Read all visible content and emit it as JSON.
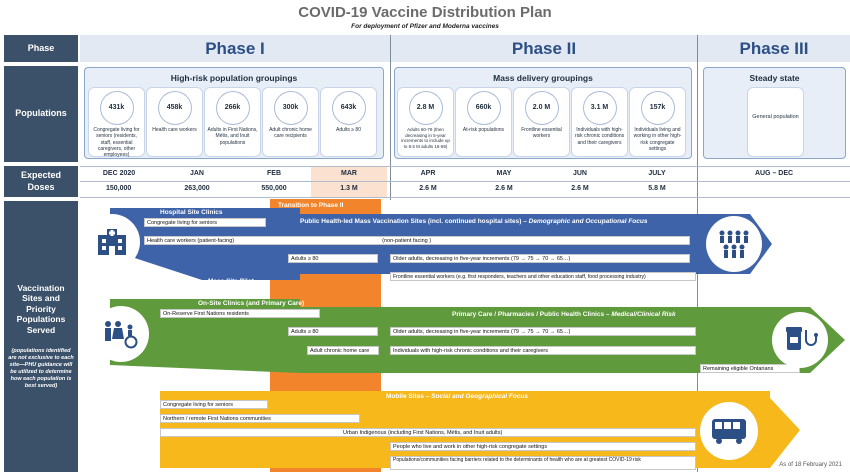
{
  "header": {
    "title": "COVID-19 Vaccine Distribution Plan",
    "subtitle": "For deployment of Pfizer and Moderna vaccines"
  },
  "row_labels": {
    "phase": "Phase",
    "populations": "Populations",
    "expected_doses_1": "Expected",
    "expected_doses_2": "Doses",
    "vaccination": "Vaccination Sites and Priority Populations Served",
    "vaccination_note": "(populations identified are not exclusive to each site—PHU guidance will be utilized to determine how each population is best served)"
  },
  "phases": [
    "Phase I",
    "Phase II",
    "Phase III"
  ],
  "populations": {
    "phase1": {
      "title": "High-risk population groupings",
      "cards": [
        {
          "value": "431k",
          "desc": "Congregate living for seniors (residents, staff, essential caregivers, other employees)"
        },
        {
          "value": "458k",
          "desc": "Health care workers"
        },
        {
          "value": "266k",
          "desc": "Adults in First Nations, Métis, and Inuit populations"
        },
        {
          "value": "300k",
          "desc": "Adult chronic home care recipients"
        },
        {
          "value": "643k",
          "desc": "Adults ≥ 80"
        }
      ]
    },
    "phase2": {
      "title": "Mass delivery groupings",
      "cards": [
        {
          "value": "2.8 M",
          "desc": "Adults 60-79 (then decreasing in 5-year increments to include up to 8.5 M adults 16-59)"
        },
        {
          "value": "660k",
          "desc": "At-risk populations"
        },
        {
          "value": "2.0 M",
          "desc": "Frontline essential workers"
        },
        {
          "value": "3.1 M",
          "desc": "Individuals with high-risk chronic conditions and their caregivers"
        },
        {
          "value": "157k",
          "desc": "Individuals living and working in other high-risk congregate settings"
        }
      ]
    },
    "phase3": {
      "title": "Steady state",
      "cards": [
        {
          "value": "",
          "desc": "General population"
        }
      ]
    }
  },
  "doses": [
    {
      "month": "DEC 2020",
      "value": "150,000"
    },
    {
      "month": "JAN",
      "value": "263,000"
    },
    {
      "month": "FEB",
      "value": "550,000"
    },
    {
      "month": "MAR",
      "value": "1.3 M"
    },
    {
      "month": "APR",
      "value": "2.6 M"
    },
    {
      "month": "MAY",
      "value": "2.6 M"
    },
    {
      "month": "JUN",
      "value": "2.6 M"
    },
    {
      "month": "JULY",
      "value": "5.8 M"
    },
    {
      "month": "AUG – DEC",
      "value": ""
    }
  ],
  "transition_label": "Transition to Phase II",
  "blue_band": {
    "title_left": "Hospital Site Clinics",
    "title_main": "Public Health-led Mass Vaccination Sites (incl. continued hospital sites)",
    "title_focus": "– Demographic and Occupational Focus",
    "pilot": "Mass Site Pilot",
    "bars": {
      "congregate": "Congregate living for seniors",
      "hcw": "Health care workers (patient-facing)",
      "hcw_non": "(non-patient facing )",
      "adults80": "Adults ≥ 80",
      "older_adults": "Older adults, decreasing in five-year increments (79 → 75 → 70 → 65…)",
      "frontline": "Frontline essential workers (e.g. first responders, teachers and other education staff, food processing industry)"
    }
  },
  "green_band": {
    "title_left": "On-Site Clinics (and Primary Care)",
    "title_main": "Primary Care / Pharmacies / Public Health Clinics",
    "title_focus": "– Medical/Clinical Risk",
    "bars": {
      "onreserve": "On-Reserve First Nations residents",
      "adults80": "Adults ≥ 80",
      "older_adults": "Older adults, decreasing in five-year increments (79 → 75 → 70 → 65…)",
      "home_care": "Adult chronic home care",
      "chronic": "Individuals with high-risk chronic conditions and their caregivers",
      "remaining": "Remaining eligible Ontarians"
    }
  },
  "yellow_band": {
    "title_main": "Mobile Sites",
    "title_focus": "– Social and Geographical Focus",
    "bars": {
      "congregate": "Congregate living for seniors",
      "northern": "Northern / remote First Nations communities",
      "urban": "Urban Indigenous (including First Nations, Métis, and Inuit adults)",
      "people_congregate": "People who live and work in other high-risk congregate settings",
      "barriers": "Populations/communities facing barriers related to the determinants of health who are at greatest COVID-19 risk"
    }
  },
  "as_of": "As of 18 February 2021",
  "colors": {
    "navy": "#3b5169",
    "blue_band": "#3e63a8",
    "green_band": "#5f9a3c",
    "yellow_band": "#f6b81b",
    "orange": "#f2852b"
  }
}
